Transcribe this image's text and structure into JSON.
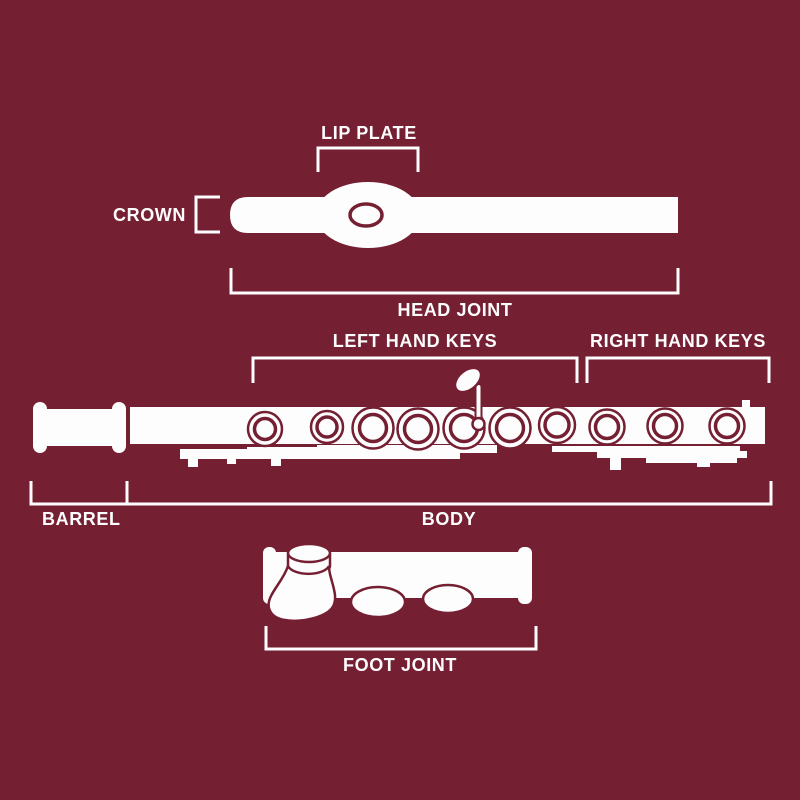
{
  "colors": {
    "background": "#751F32",
    "illustration": "#FDFDFD",
    "text": "#FDFDFD"
  },
  "sections": {
    "head_joint": {
      "label": "HEAD JOINT",
      "parts": {
        "crown": "CROWN",
        "lip_plate": "LIP PLATE"
      }
    },
    "body": {
      "label": "BODY",
      "parts": {
        "barrel": "BARREL",
        "left_hand_keys": "LEFT HAND KEYS",
        "right_hand_keys": "RIGHT HAND KEYS"
      }
    },
    "foot_joint": {
      "label": "FOOT JOINT"
    }
  }
}
